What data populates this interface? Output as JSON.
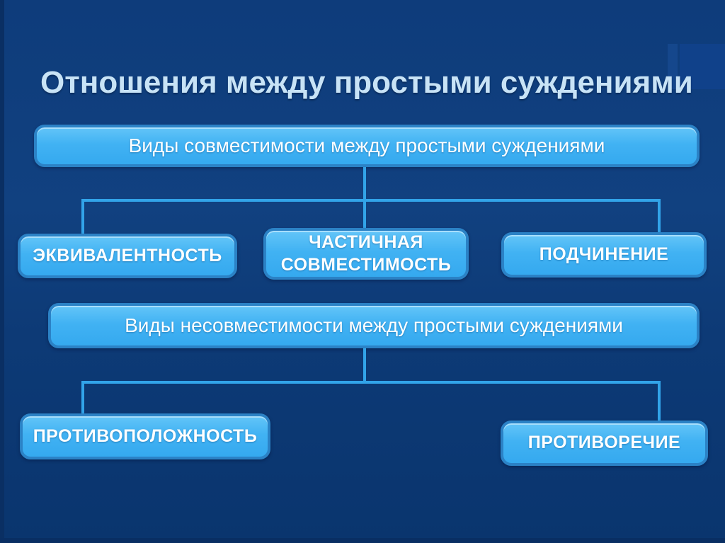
{
  "slide": {
    "title": "Отношения между простыми суждениями",
    "sections": [
      {
        "header": "Виды совместимости между простыми суждениями",
        "items": [
          "ЭКВИВАЛЕНТНОСТЬ",
          "ЧАСТИЧНАЯ СОВМЕСТИМОСТЬ",
          "ПОДЧИНЕНИЕ"
        ]
      },
      {
        "header": "Виды несовместимости между простыми суждениями",
        "items": [
          "ПРОТИВОПОЛОЖНОСТЬ",
          "ПРОТИВОРЕЧИЕ"
        ]
      }
    ],
    "colors": {
      "background": "#0d3a76",
      "box_fill": "#41b2f3",
      "box_border": "#2b82c6",
      "connector": "#32a4e9",
      "title_text": "#c8e3f6",
      "box_text": "#ffffff"
    }
  }
}
